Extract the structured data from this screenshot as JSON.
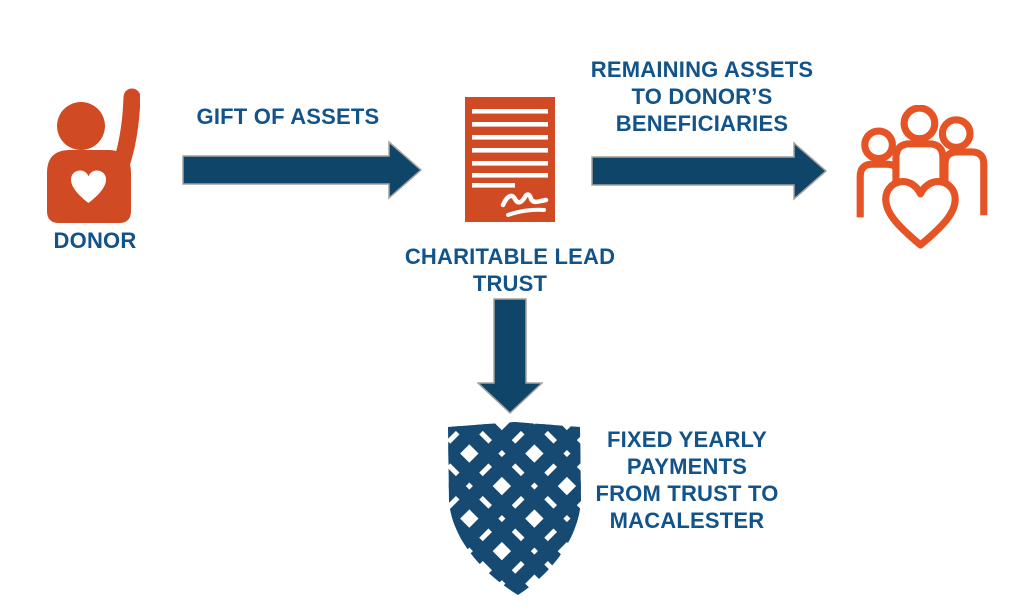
{
  "diagram": {
    "type": "flow",
    "subject": "Charitable Lead Trust giving diagram"
  },
  "colors": {
    "navy": "#0f4569",
    "text_blue": "#12548a",
    "orange": "#d04a23",
    "outline_orange": "#e65325",
    "arrow_outline": "#a6a29c",
    "logo_navy": "#164a72"
  },
  "nodes": {
    "donor": {
      "label": "DONOR",
      "icon": "donor-person-heart-icon"
    },
    "trust": {
      "label_lines": [
        "CHARITABLE LEAD",
        "TRUST"
      ],
      "icon": "signed-document-icon"
    },
    "beneficiaries": {
      "icon": "family-with-heart-icon"
    },
    "macalester": {
      "icon": "macalester-tartan-shield-logo"
    }
  },
  "edges": {
    "gift": {
      "label": "GIFT OF ASSETS",
      "direction": "right"
    },
    "remaining": {
      "label_lines": [
        "REMAINING ASSETS",
        "TO DONOR’S",
        "BENEFICIARIES"
      ],
      "direction": "right"
    },
    "payments": {
      "label_lines": [
        "FIXED YEARLY",
        "PAYMENTS",
        "FROM TRUST TO",
        "MACALESTER"
      ],
      "direction": "down"
    }
  }
}
